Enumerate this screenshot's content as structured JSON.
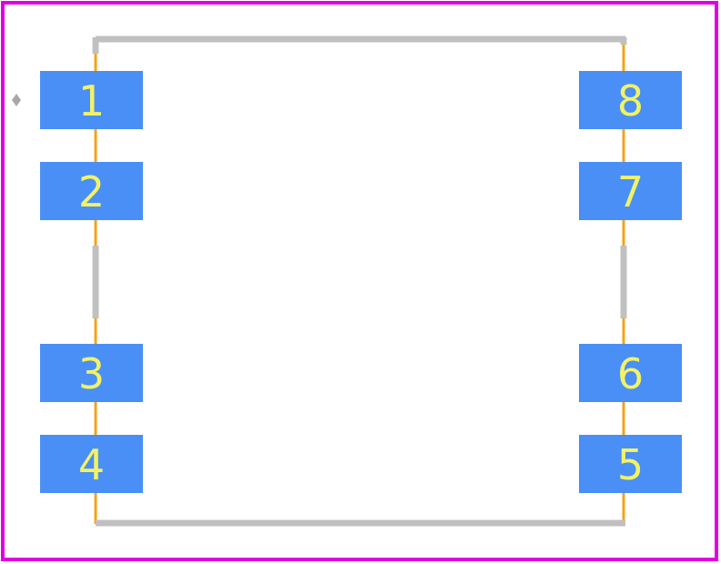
{
  "footprint": {
    "pads": [
      {
        "label": "1",
        "side": "left",
        "order": 1
      },
      {
        "label": "2",
        "side": "left",
        "order": 2
      },
      {
        "label": "3",
        "side": "left",
        "order": 3
      },
      {
        "label": "4",
        "side": "left",
        "order": 4
      },
      {
        "label": "8",
        "side": "right",
        "order": 1
      },
      {
        "label": "7",
        "side": "right",
        "order": 2
      },
      {
        "label": "6",
        "side": "right",
        "order": 3
      },
      {
        "label": "5",
        "side": "right",
        "order": 4
      }
    ],
    "pin1_marker_icon": "diamond-marker-icon"
  },
  "colors": {
    "board_outline": "#e000e0",
    "pad_fill": "#4a8ff5",
    "pad_text": "#f2f266",
    "silkscreen": "#c0c0c0",
    "courtyard": "#f5a31a",
    "pin_marker": "#a8a8a8",
    "background": "#ffffff"
  }
}
